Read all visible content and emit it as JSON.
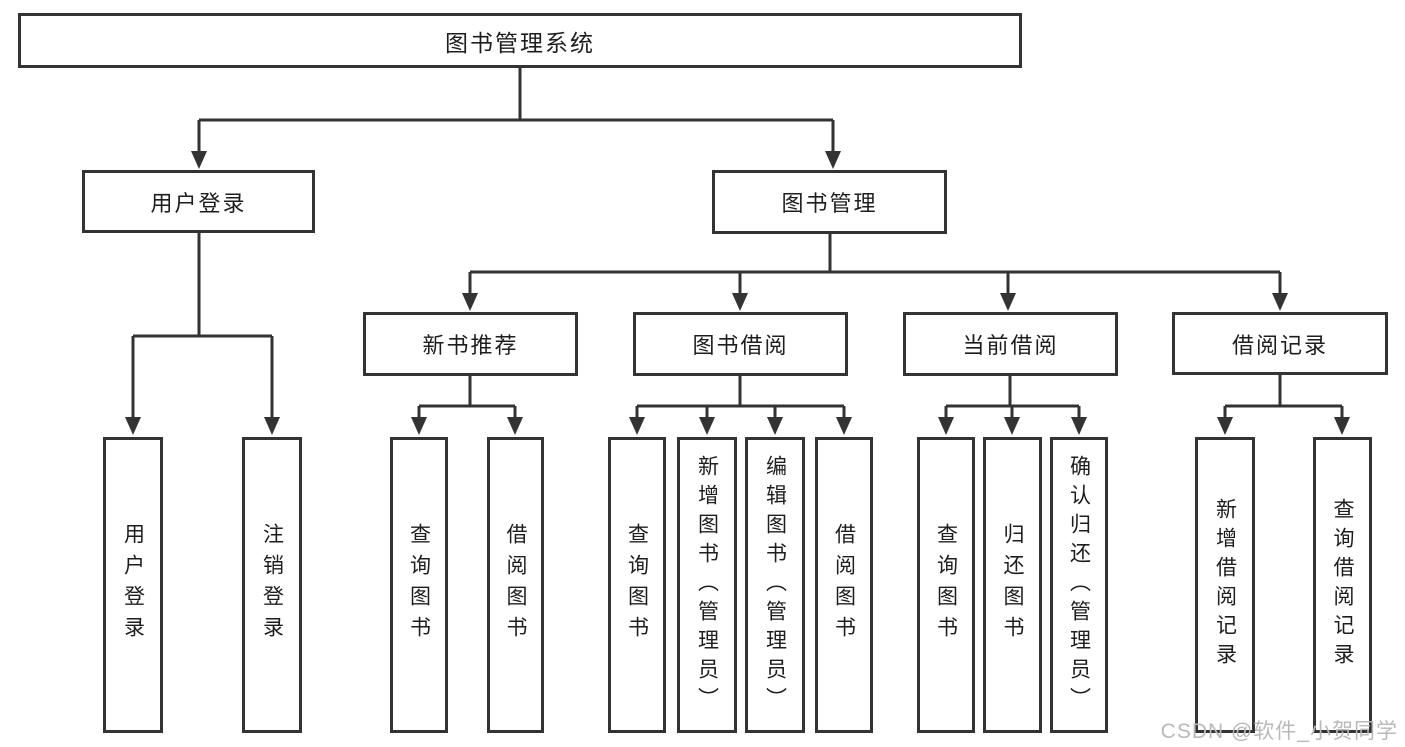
{
  "diagram": {
    "type": "tree-structure-diagram",
    "line_color": "#333333",
    "box_background": "#ffffff",
    "text_color": "#1e1e1e",
    "root": {
      "label": "图书管理系统",
      "children": [
        {
          "label": "用户登录",
          "children": [
            {
              "label": "用户登录"
            },
            {
              "label": "注销登录"
            }
          ]
        },
        {
          "label": "图书管理",
          "children": [
            {
              "label": "新书推荐",
              "children": [
                {
                  "label": "查询图书"
                },
                {
                  "label": "借阅图书"
                }
              ]
            },
            {
              "label": "图书借阅",
              "children": [
                {
                  "label": "查询图书"
                },
                {
                  "label": "新增图书（管理员）"
                },
                {
                  "label": "编辑图书（管理员）"
                },
                {
                  "label": "借阅图书"
                }
              ]
            },
            {
              "label": "当前借阅",
              "children": [
                {
                  "label": "查询图书"
                },
                {
                  "label": "归还图书"
                },
                {
                  "label": "确认归还（管理员）"
                }
              ]
            },
            {
              "label": "借阅记录",
              "children": [
                {
                  "label": "新增借阅记录"
                },
                {
                  "label": "查询借阅记录"
                }
              ]
            }
          ]
        }
      ]
    }
  },
  "watermark": {
    "text": "CSDN @软件_小贺同学",
    "color": "#b9b9b9"
  }
}
